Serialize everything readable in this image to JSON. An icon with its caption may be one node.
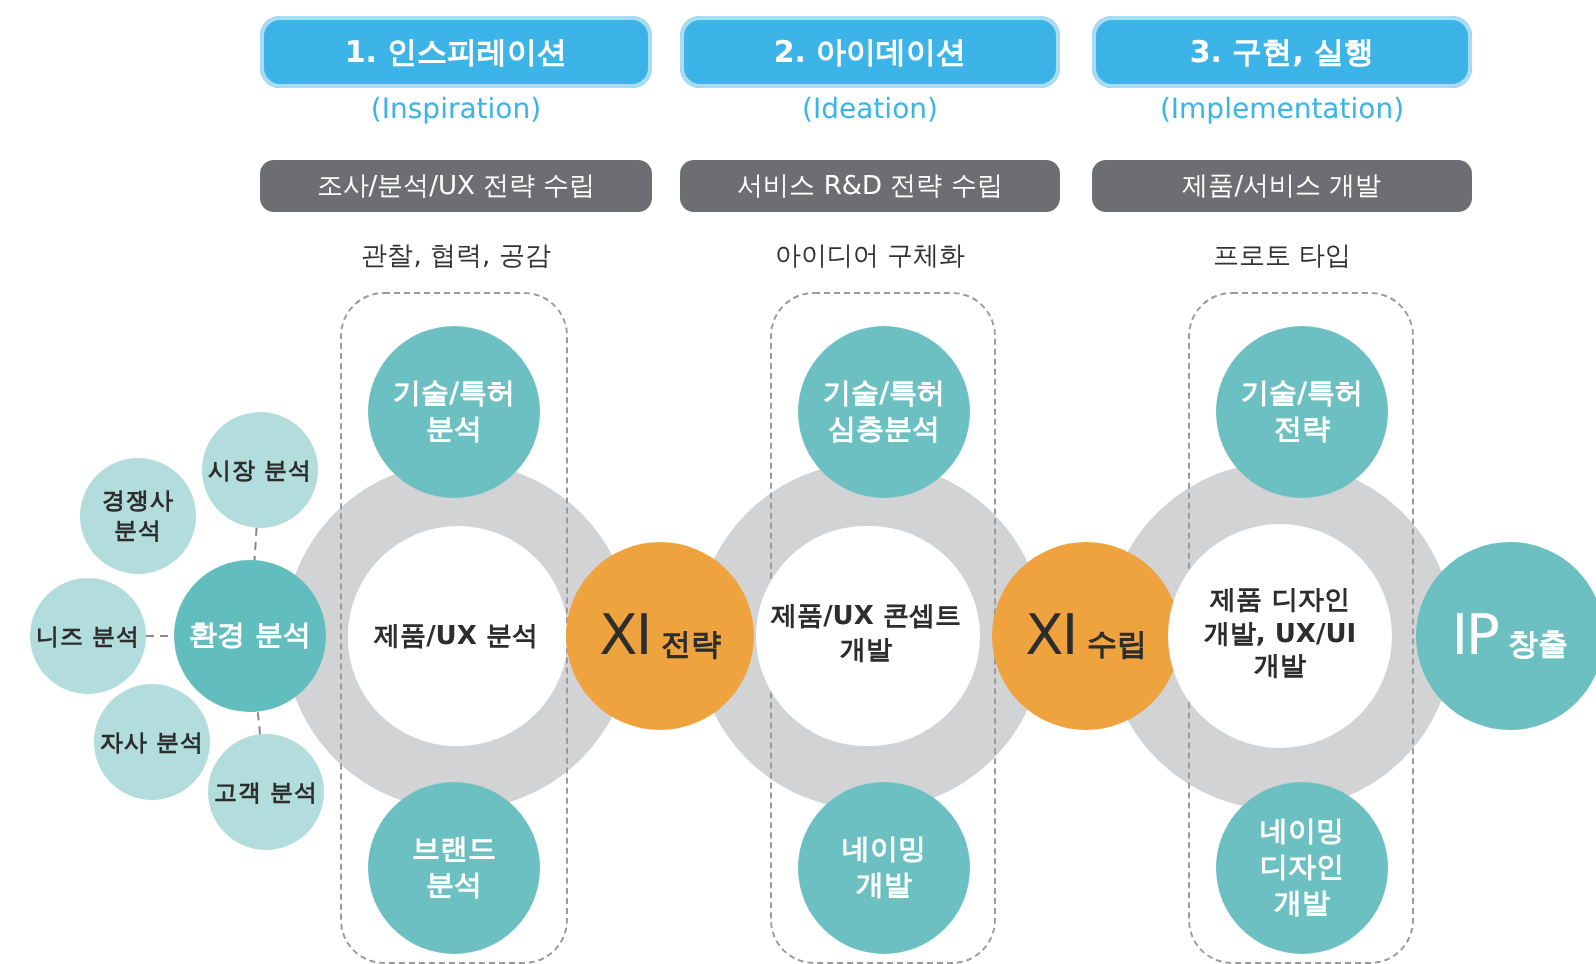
{
  "diagram": {
    "nodes": [
      {
        "text": [
          "1. 인스피레이션"
        ],
        "beside": [
          "(Inspiration)"
        ]
      },
      {
        "text": [
          "2. 아이데이션"
        ],
        "beside": [
          "(Ideation)"
        ]
      },
      {
        "text": [
          "3. 구현, 실행"
        ],
        "beside": [
          "(Implementation)"
        ]
      },
      {
        "text": [
          "조사/분석/UX 전략 수립"
        ]
      },
      {
        "text": [
          "서비스 R&D 전략 수립"
        ]
      },
      {
        "text": [
          "제품/서비스 개발"
        ]
      },
      {
        "text": [
          "시장 분석"
        ]
      },
      {
        "text": [
          "경쟁사 분석"
        ]
      },
      {
        "text": [
          "니즈 분석"
        ]
      },
      {
        "text": [
          "환경 분석"
        ]
      },
      {
        "text": [
          "자사 분석"
        ]
      },
      {
        "text": [
          "고객 분석"
        ]
      },
      {
        "text": [],
        "shape": "box"
      },
      {
        "text": [
          "기술/특허 분석"
        ],
        "in": 12
      },
      {
        "text": [
          "제품/UX 분석"
        ],
        "in": 12
      },
      {
        "text": [
          "브랜드 분석"
        ],
        "in": 12
      },
      {
        "text": [
          "XI 전략"
        ]
      },
      {
        "text": [],
        "shape": "box"
      },
      {
        "text": [
          "기술/특허 심층분석"
        ],
        "in": 17
      },
      {
        "text": [
          "제품/UX 콘셉트 개발"
        ]
      },
      {
        "text": [
          "네이밍 개발"
        ],
        "in": 17
      },
      {
        "text": [
          "XI 수립"
        ]
      },
      {
        "text": [],
        "shape": "box"
      },
      {
        "text": [
          "기술/특허 전략"
        ],
        "in": 22
      },
      {
        "text": [
          "제품 디자인 개발, UX/UI 개발"
        ]
      },
      {
        "text": [
          "네이밍 디자인 개발"
        ],
        "in": 22
      },
      {
        "text": [
          "IP 창출"
        ]
      }
    ],
    "edges": [
      {
        "from": 6,
        "to": 9,
        "arrow": "none",
        "style": "dashed"
      },
      {
        "from": 8,
        "to": 9,
        "arrow": "none",
        "style": "dashed"
      },
      {
        "from": 11,
        "to": 9,
        "arrow": "none",
        "style": "dashed"
      }
    ],
    "labels": [
      "관찰, 협력, 공감",
      "아이디어 구체화",
      "프로토 타입"
    ]
  }
}
